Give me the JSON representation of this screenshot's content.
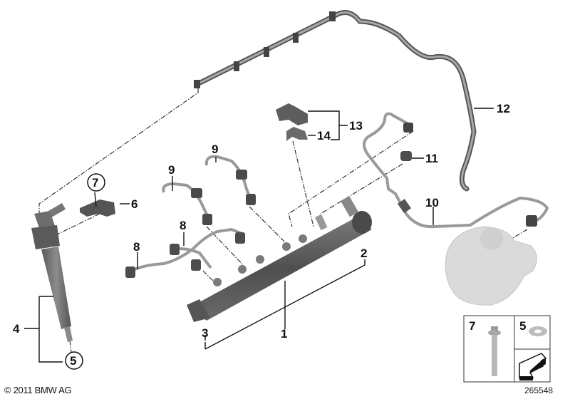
{
  "diagram": {
    "title": "High pressure fuel system / injectors",
    "callouts": {
      "rail": "1",
      "pressure_sensor": "2",
      "pressure_valve": "3",
      "injector": "4",
      "seal_ring": "5",
      "clamp": "6",
      "bolt": "7",
      "pipe_8a": "8",
      "pipe_8b": "8",
      "pipe_9a": "9",
      "pipe_9b": "9",
      "pump_pipe": "10",
      "holder_11": "11",
      "leak_line": "12",
      "bracket_set": "13",
      "bracket_14": "14",
      "inset_bolt": "7",
      "inset_washer": "5"
    }
  },
  "footer": {
    "copyright": "© 2011 BMW AG",
    "drawing_number": "265548"
  },
  "colors": {
    "part_dark": "#5b5b5b",
    "part_mid": "#8a8a8a",
    "part_light": "#c8c8c8",
    "pump_ghost": "#d9d9d9",
    "ink": "#111111"
  }
}
